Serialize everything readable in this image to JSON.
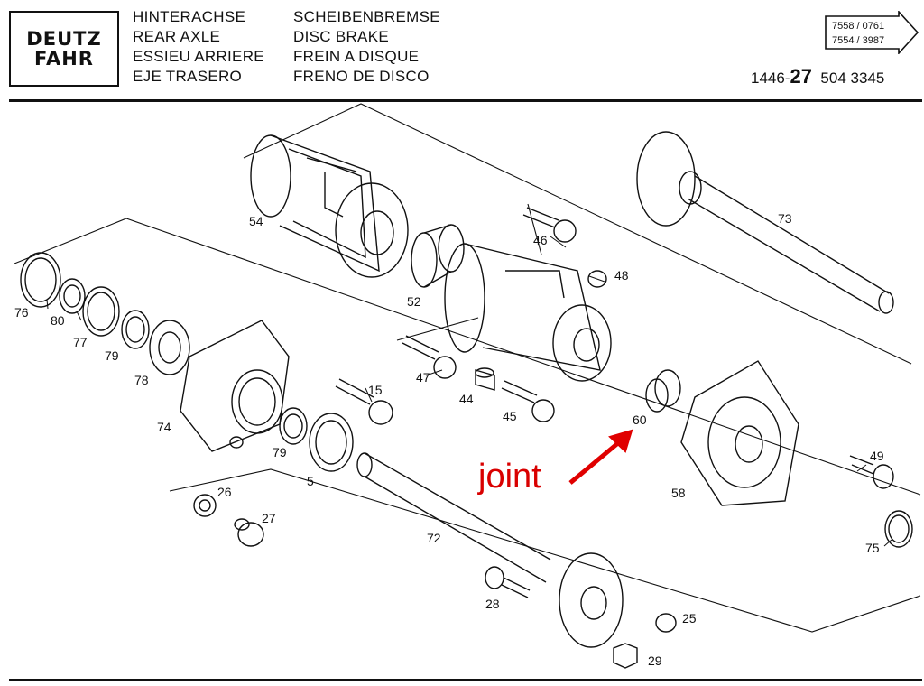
{
  "header": {
    "logo_lines": [
      "DEUTZ",
      "FAHR"
    ],
    "titles_col1": [
      "HINTERACHSE",
      "REAR AXLE",
      "ESSIEU ARRIERE",
      "EJE TRASERO"
    ],
    "titles_col2": [
      "SCHEIBENBREMSE",
      "DISC BRAKE",
      "FREIN A DISQUE",
      "FRENO DE DISCO"
    ],
    "ref_codes": [
      "7558 / 0761",
      "7554 / 3987"
    ],
    "part_prefix": "1446-",
    "part_group": "27",
    "part_suffix": "504 3345"
  },
  "diagram": {
    "callouts": {
      "c54": "54",
      "c52": "52",
      "c46": "46",
      "c48": "48",
      "c47": "47",
      "c44": "44",
      "c45": "45",
      "c73": "73",
      "c60": "60",
      "c76": "76",
      "c80": "80",
      "c77": "77",
      "c79a": "79",
      "c78": "78",
      "c74": "74",
      "c15": "15",
      "c79b": "79",
      "c5": "5",
      "c26": "26",
      "c27": "27",
      "c72": "72",
      "c28": "28",
      "c25": "25",
      "c29": "29",
      "c58": "58",
      "c49": "49",
      "c75": "75"
    },
    "annotation": {
      "text": "joint",
      "color": "#d90000"
    }
  }
}
